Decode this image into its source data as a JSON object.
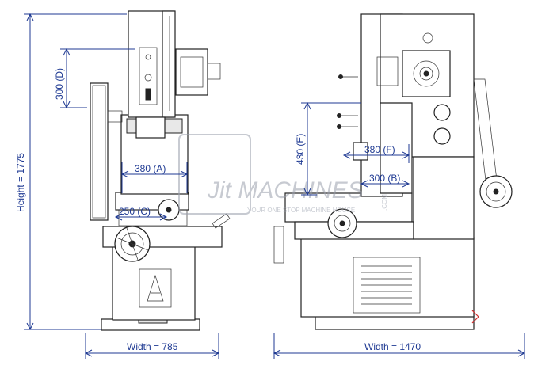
{
  "dimensions": {
    "height": "Height = 1775",
    "width_front": "Width = 785",
    "width_side": "Width = 1470",
    "d": "300 (D)",
    "a": "380 (A)",
    "c": "250 (C)",
    "e": "430 (E)",
    "f": "380 (F)",
    "b": "300 (B)"
  },
  "watermark": {
    "brand": "Jit MACHINES",
    "tagline": "YOUR ONE STOP MACHINE HOUSE",
    "suffix": ".COM"
  },
  "colors": {
    "dimension_line": "#1f3a93",
    "machine_outline": "#222222",
    "watermark": "#9aa0ad"
  }
}
